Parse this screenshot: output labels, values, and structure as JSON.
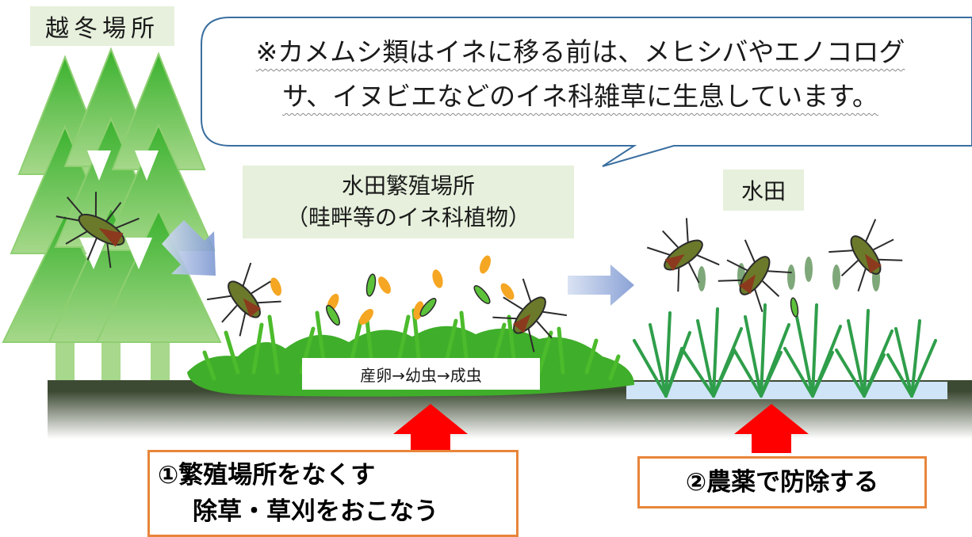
{
  "winter_location": "越冬場所",
  "callout": {
    "line1": "※カメムシ類はイネに移る前は、メヒシバやエノコログ",
    "line2": "サ、イヌビエなどのイネ科雑草に生息しています。"
  },
  "breeding_site": {
    "line1": "水田繁殖場所",
    "line2": "（畦畔等のイネ科植物）"
  },
  "paddy": "水田",
  "lifecycle": "産卵→幼虫→成虫",
  "action1": {
    "line1": "①繁殖場所をなくす",
    "line2": "除草・草刈をおこなう"
  },
  "action2": "②農薬で防除する",
  "colors": {
    "tree_light": "#8cd06a",
    "tree_dark": "#3aa02e",
    "grass": "#4cbb2c",
    "ground": "#3d4a33",
    "water": "#cfe4f6",
    "arrow_blue": "#8ea6d8",
    "arrow_red": "#ff0000",
    "box_orange": "#e8853a",
    "label_bg": "#e6f0dc"
  }
}
